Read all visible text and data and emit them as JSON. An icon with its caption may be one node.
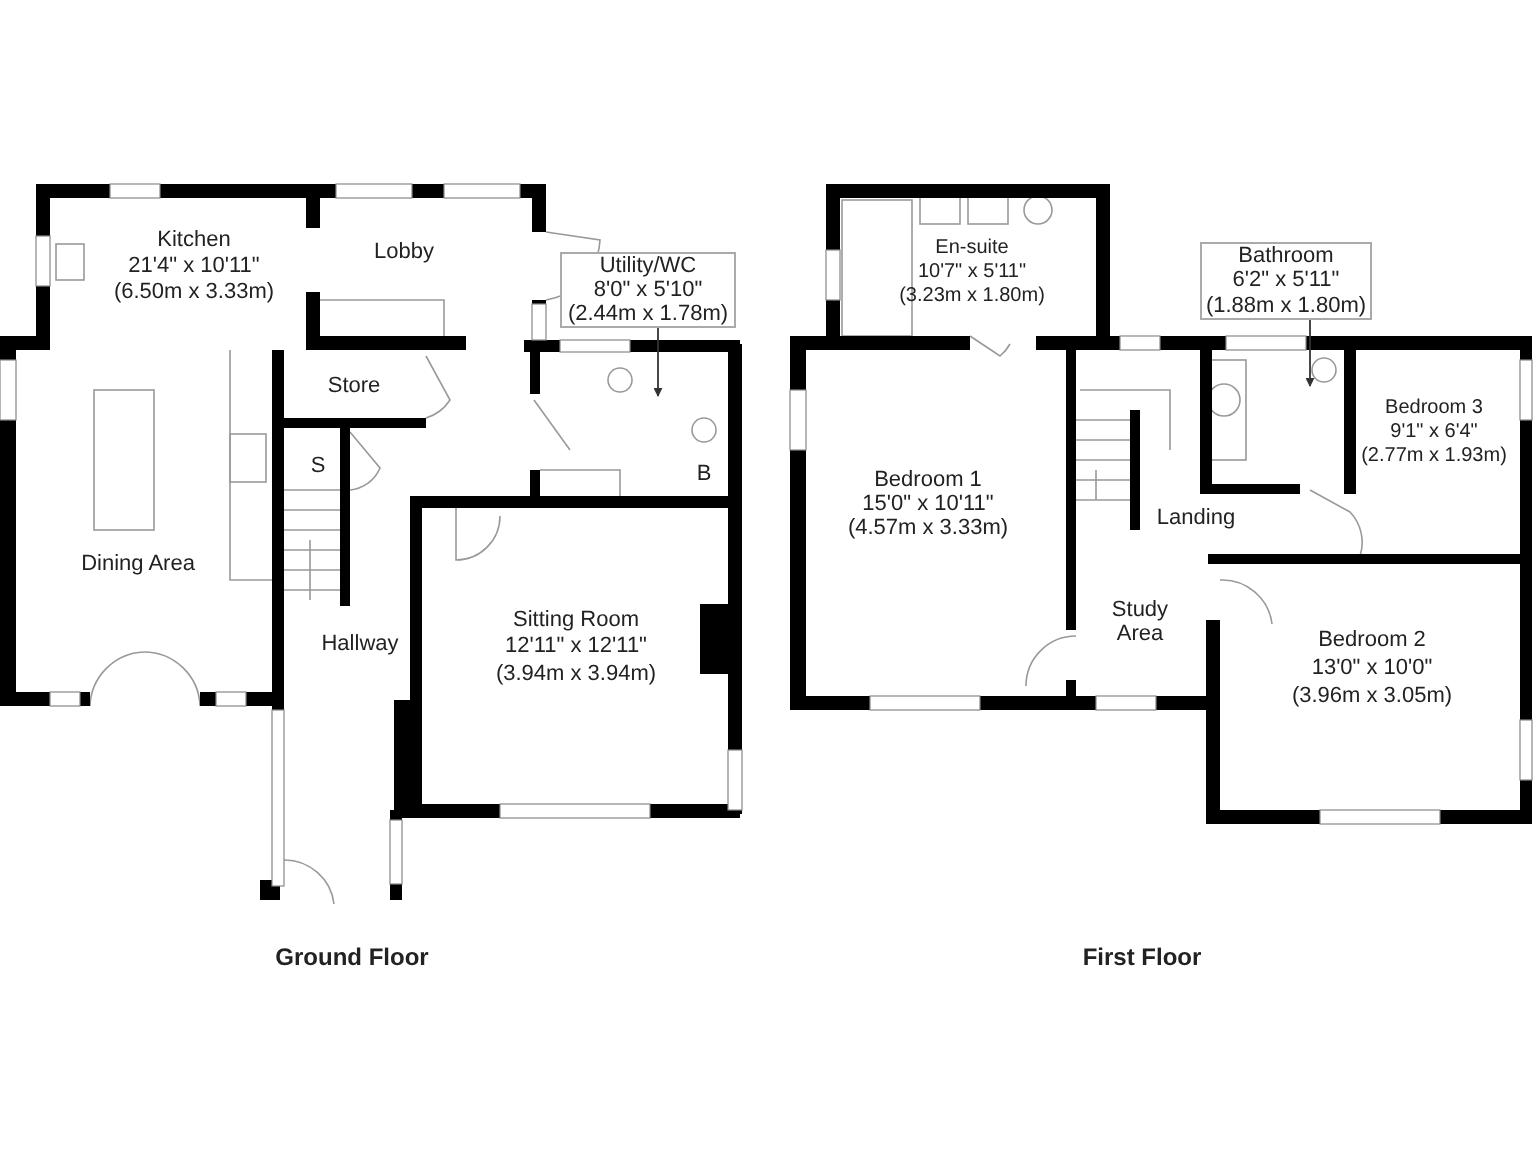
{
  "diagram": {
    "nodes": [
      {
        "text": [
          "Utility/WC",
          "8'0\" x 5'10\"",
          "(2.44m x 1.78m)"
        ]
      },
      {
        "text": [
          "Bathroom",
          "6'2\" x 5'11\"",
          "(1.88m x 1.80m)"
        ]
      }
    ],
    "edges": [
      {
        "from": 0,
        "to": null,
        "arrow": "to"
      },
      {
        "from": 1,
        "to": null,
        "arrow": "to"
      }
    ],
    "labels": [
      "Kitchen",
      "21'4\" x 10'11\"",
      "(6.50m x 3.33m)",
      "Lobby",
      "Store",
      "S",
      "B",
      "Dining Area",
      "Hallway",
      "Sitting Room",
      "12'11\" x 12'11\"",
      "(3.94m x 3.94m)",
      "En-suite",
      "10'7\" x 5'11\"",
      "(3.23m x 1.80m)",
      "Bedroom 1",
      "15'0\" x 10'11\"",
      "(4.57m x 3.33m)",
      "Bedroom 3",
      "9'1\" x 6'4\"",
      "(2.77m x 1.93m)",
      "Landing",
      "Study Area",
      "Bedroom 2",
      "13'0\" x 10'0\"",
      "(3.96m x 3.05m)",
      "Ground Floor",
      "First Floor"
    ]
  }
}
